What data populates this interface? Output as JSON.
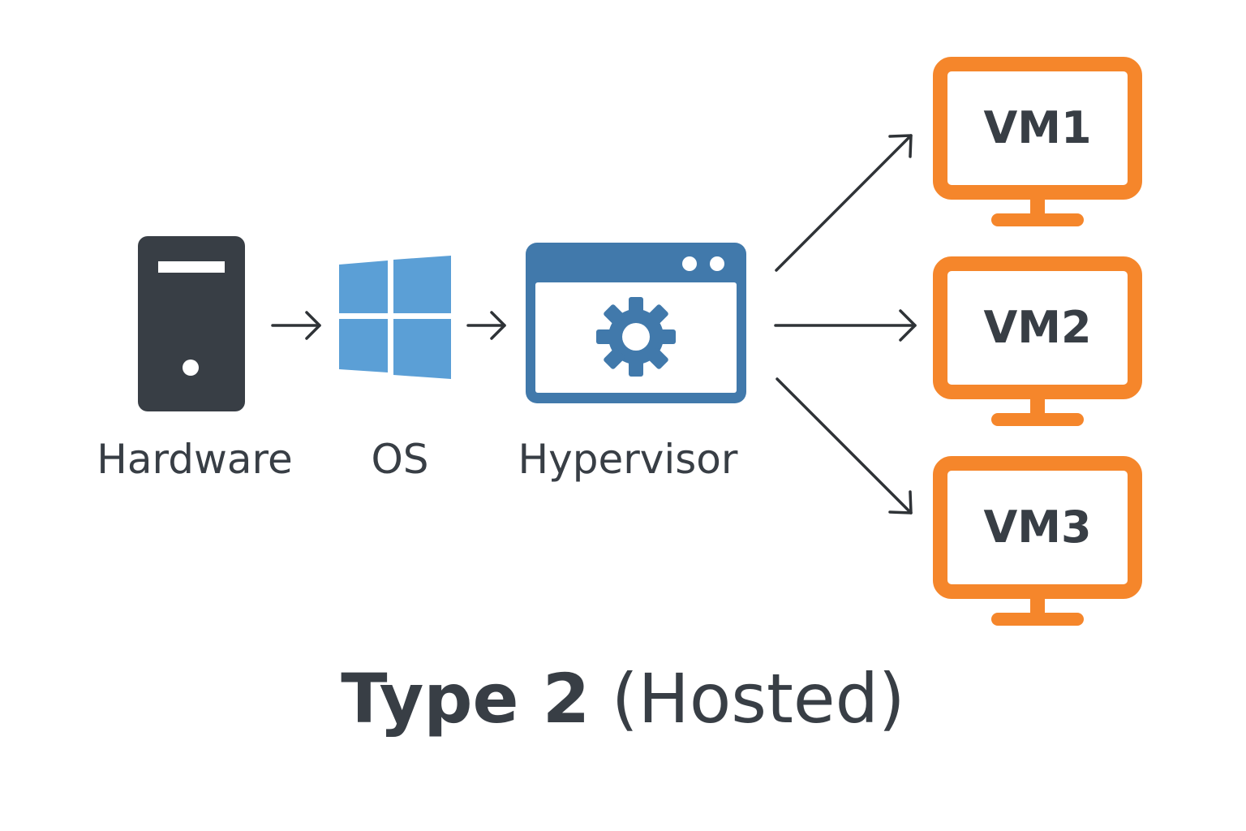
{
  "colors": {
    "text": "#383e45",
    "hardware": "#383e45",
    "os": "#5b9fd6",
    "hypervisor": "#4179ab",
    "vm": "#f5862b",
    "arrow": "#2f3337"
  },
  "icons": {
    "hardware": "server-tower-icon",
    "os": "windows-logo-icon",
    "hypervisor": "window-gear-icon",
    "vm": "monitor-icon"
  },
  "nodes": {
    "hardware": "Hardware",
    "os": "OS",
    "hypervisor": "Hypervisor"
  },
  "vms": [
    "VM1",
    "VM2",
    "VM3"
  ],
  "title": {
    "main": "Type 2",
    "sub": "(Hosted)"
  }
}
